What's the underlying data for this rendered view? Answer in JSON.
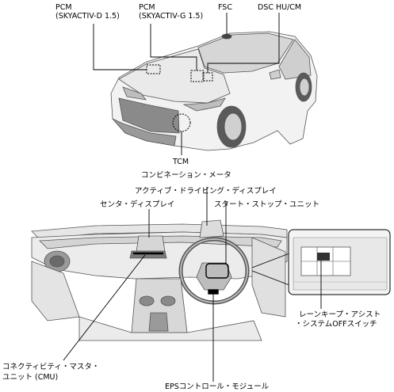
{
  "labels": {
    "pcm_d": "PCM",
    "pcm_d_sub": "(SKYACTIV-D 1.5)",
    "pcm_g": "PCM",
    "pcm_g_sub": "(SKYACTIV-G 1.5)",
    "fsc": "FSC",
    "dsc": "DSC HU/CM",
    "tcm": "TCM",
    "combination_meter": "コンビネーション・メータ",
    "active_driving_display": "アクティブ・ドライビング・ディスプレイ",
    "center_display": "センタ・ディスプレイ",
    "start_stop_unit": "スタート・ストップ・ユニット",
    "lane_keep_1": "レーンキープ・アシスト",
    "lane_keep_2": "・システムOFFスイッチ",
    "cmu_1": "コネクティビティ・マスタ・",
    "cmu_2": "ユニット (CMU)",
    "eps": "EPSコントロール・モジュール"
  },
  "colors": {
    "line": "#000000",
    "body": "#f2f2f2",
    "shade": "#d6d6d6",
    "dark": "#8a8a8a"
  }
}
